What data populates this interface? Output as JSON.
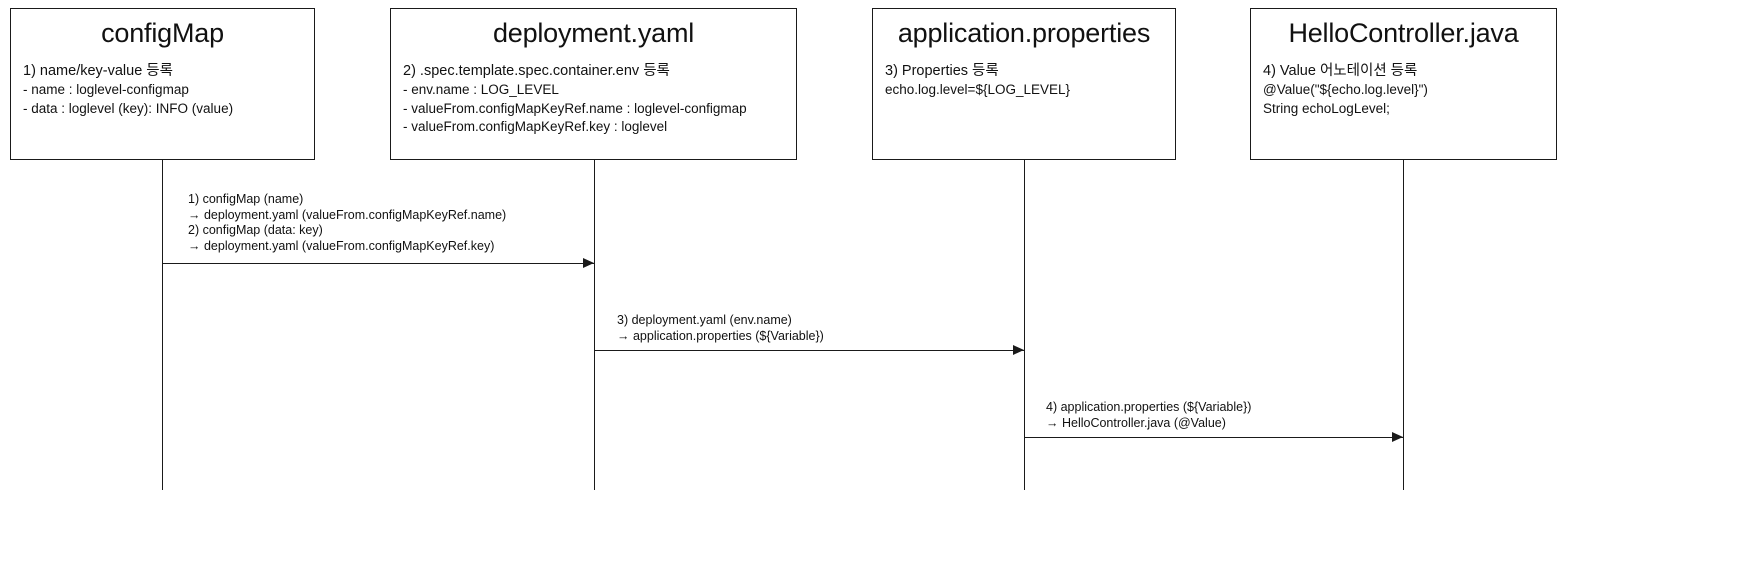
{
  "diagram": {
    "type": "sequence-diagram",
    "background_color": "#ffffff",
    "line_color": "#1a1a1a",
    "text_color": "#111111",
    "participants": [
      {
        "id": "configmap",
        "title": "configMap",
        "lines": [
          "1) name/key-value 등록",
          "- name : loglevel-configmap",
          "- data : loglevel (key): INFO (value)"
        ]
      },
      {
        "id": "deployment-yaml",
        "title": "deployment.yaml",
        "lines": [
          "2) .spec.template.spec.container.env 등록",
          "- env.name : LOG_LEVEL",
          "- valueFrom.configMapKeyRef.name : loglevel-configmap",
          "- valueFrom.configMapKeyRef.key : loglevel"
        ]
      },
      {
        "id": "application-properties",
        "title": "application.properties",
        "lines": [
          "3) Properties 등록",
          "echo.log.level=${LOG_LEVEL}"
        ]
      },
      {
        "id": "hellocontroller-java",
        "title": "HelloController.java",
        "lines": [
          "4) Value 어노테이션 등록",
          "@Value(\"${echo.log.level}\")",
          "String echoLogLevel;"
        ]
      }
    ],
    "messages": [
      {
        "id": "msg-1",
        "from": "configmap",
        "to": "deployment-yaml",
        "lines": [
          "1) configMap (name)",
          "→ deployment.yaml (valueFrom.configMapKeyRef.name)",
          "2) configMap (data: key)",
          "→ deployment.yaml (valueFrom.configMapKeyRef.key)"
        ]
      },
      {
        "id": "msg-2",
        "from": "deployment-yaml",
        "to": "application-properties",
        "lines": [
          "3) deployment.yaml (env.name)",
          "→ application.properties (${Variable})"
        ]
      },
      {
        "id": "msg-3",
        "from": "application-properties",
        "to": "hellocontroller-java",
        "lines": [
          "4) application.properties (${Variable})",
          "→ HelloController.java (@Value)"
        ]
      }
    ]
  }
}
